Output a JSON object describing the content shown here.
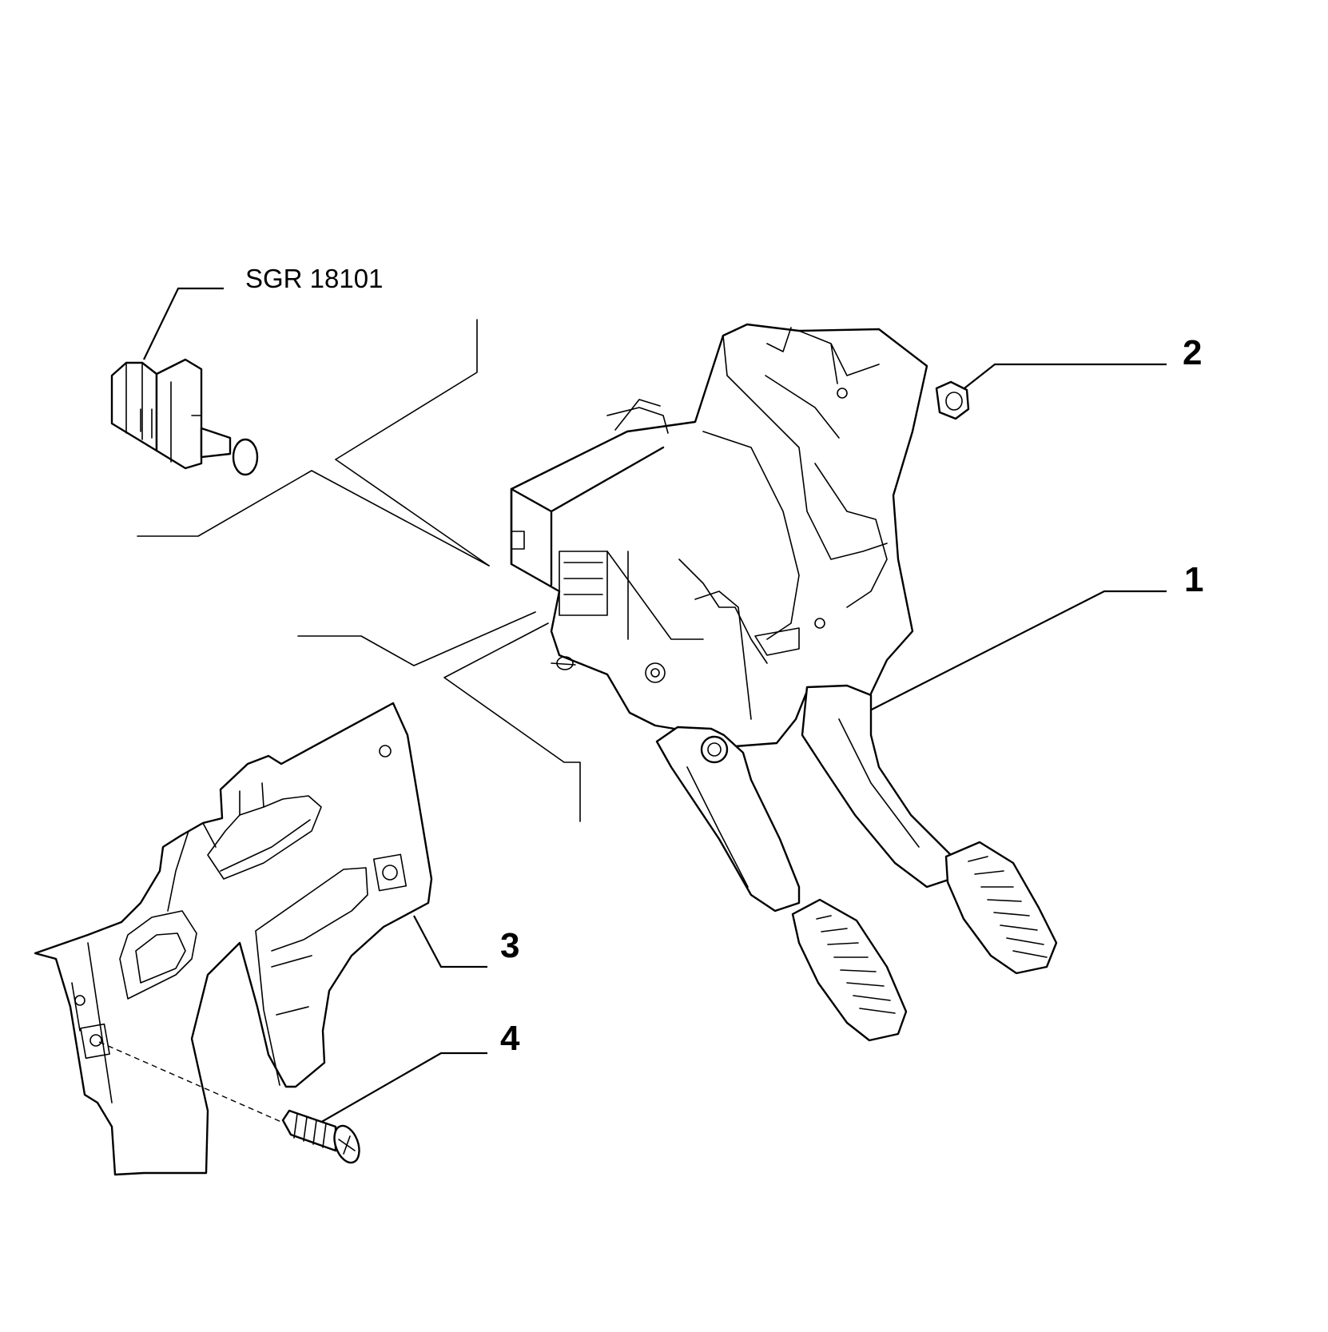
{
  "diagram": {
    "reference_label": "SGR 18101",
    "callouts": [
      {
        "id": "1",
        "label": "1"
      },
      {
        "id": "2",
        "label": "2"
      },
      {
        "id": "3",
        "label": "3"
      },
      {
        "id": "4",
        "label": "4"
      }
    ]
  }
}
